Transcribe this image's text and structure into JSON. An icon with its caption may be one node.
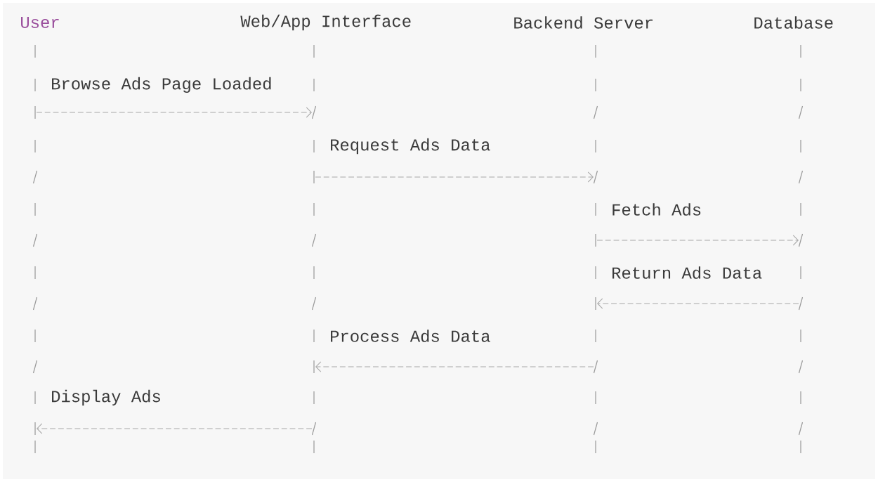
{
  "diagram": {
    "nodes": [
      {
        "text": [
          "User"
        ]
      },
      {
        "text": [
          "Web/App Interface"
        ]
      },
      {
        "text": [
          "Backend Server"
        ]
      },
      {
        "text": [
          "Database"
        ]
      }
    ],
    "edges": [
      {
        "from": 0,
        "to": 1,
        "arrow": "to",
        "label": "Browse Ads Page Loaded"
      },
      {
        "from": 1,
        "to": 2,
        "arrow": "to",
        "label": "Request Ads Data"
      },
      {
        "from": 2,
        "to": 3,
        "arrow": "to",
        "label": "Fetch Ads"
      },
      {
        "from": 3,
        "to": 2,
        "arrow": "to",
        "label": "Return Ads Data"
      },
      {
        "from": 2,
        "to": 1,
        "arrow": "to",
        "label": "Process Ads Data"
      },
      {
        "from": 1,
        "to": 0,
        "arrow": "to",
        "label": "Display Ads"
      }
    ]
  }
}
